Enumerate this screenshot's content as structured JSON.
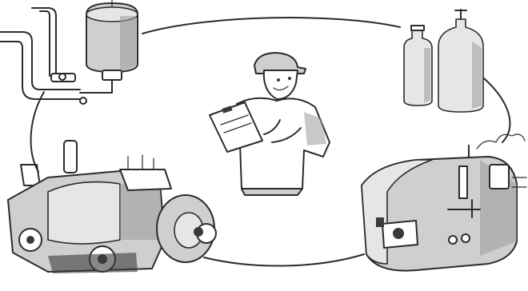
{
  "scene": {
    "ink_color": "#2b2b2b",
    "background": "#ffffff",
    "items": [
      "cycle-loop",
      "inspector-with-clipboard",
      "water-tank-with-pipes",
      "gas-cylinders",
      "boiler-furnace",
      "engine-generator"
    ]
  }
}
